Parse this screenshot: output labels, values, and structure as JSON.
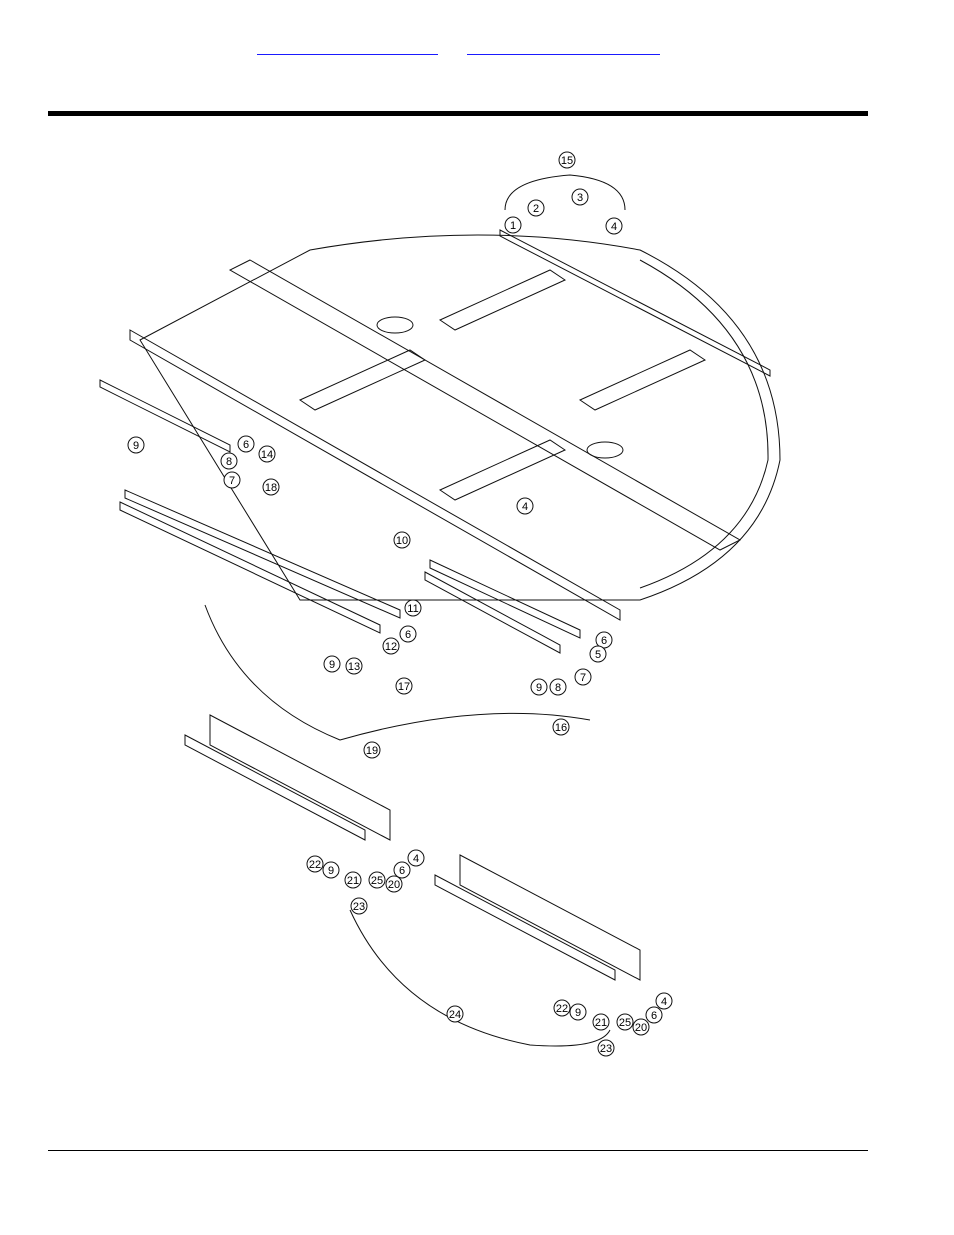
{
  "nav": {
    "link_left": "",
    "link_right": ""
  },
  "callouts": [
    {
      "id": "c15",
      "label": "15"
    },
    {
      "id": "c1",
      "label": "1"
    },
    {
      "id": "c2",
      "label": "2"
    },
    {
      "id": "c3",
      "label": "3"
    },
    {
      "id": "c4a",
      "label": "4"
    },
    {
      "id": "c9a",
      "label": "9"
    },
    {
      "id": "c6a",
      "label": "6"
    },
    {
      "id": "c8a",
      "label": "8"
    },
    {
      "id": "c14",
      "label": "14"
    },
    {
      "id": "c7a",
      "label": "7"
    },
    {
      "id": "c18",
      "label": "18"
    },
    {
      "id": "c4b",
      "label": "4"
    },
    {
      "id": "c10",
      "label": "10"
    },
    {
      "id": "c11",
      "label": "11"
    },
    {
      "id": "c6b",
      "label": "6"
    },
    {
      "id": "c12",
      "label": "12"
    },
    {
      "id": "c9b",
      "label": "9"
    },
    {
      "id": "c13",
      "label": "13"
    },
    {
      "id": "c17",
      "label": "17"
    },
    {
      "id": "c6c",
      "label": "6"
    },
    {
      "id": "c5",
      "label": "5"
    },
    {
      "id": "c7b",
      "label": "7"
    },
    {
      "id": "c9c",
      "label": "9"
    },
    {
      "id": "c8b",
      "label": "8"
    },
    {
      "id": "c16",
      "label": "16"
    },
    {
      "id": "c19",
      "label": "19"
    },
    {
      "id": "c4c",
      "label": "4"
    },
    {
      "id": "c6d",
      "label": "6"
    },
    {
      "id": "c22a",
      "label": "22"
    },
    {
      "id": "c9d",
      "label": "9"
    },
    {
      "id": "c21a",
      "label": "21"
    },
    {
      "id": "c25a",
      "label": "25"
    },
    {
      "id": "c20a",
      "label": "20"
    },
    {
      "id": "c23a",
      "label": "23"
    },
    {
      "id": "c24",
      "label": "24"
    },
    {
      "id": "c4d",
      "label": "4"
    },
    {
      "id": "c6e",
      "label": "6"
    },
    {
      "id": "c22b",
      "label": "22"
    },
    {
      "id": "c9e",
      "label": "9"
    },
    {
      "id": "c21b",
      "label": "21"
    },
    {
      "id": "c25b",
      "label": "25"
    },
    {
      "id": "c20b",
      "label": "20"
    },
    {
      "id": "c23b",
      "label": "23"
    }
  ]
}
